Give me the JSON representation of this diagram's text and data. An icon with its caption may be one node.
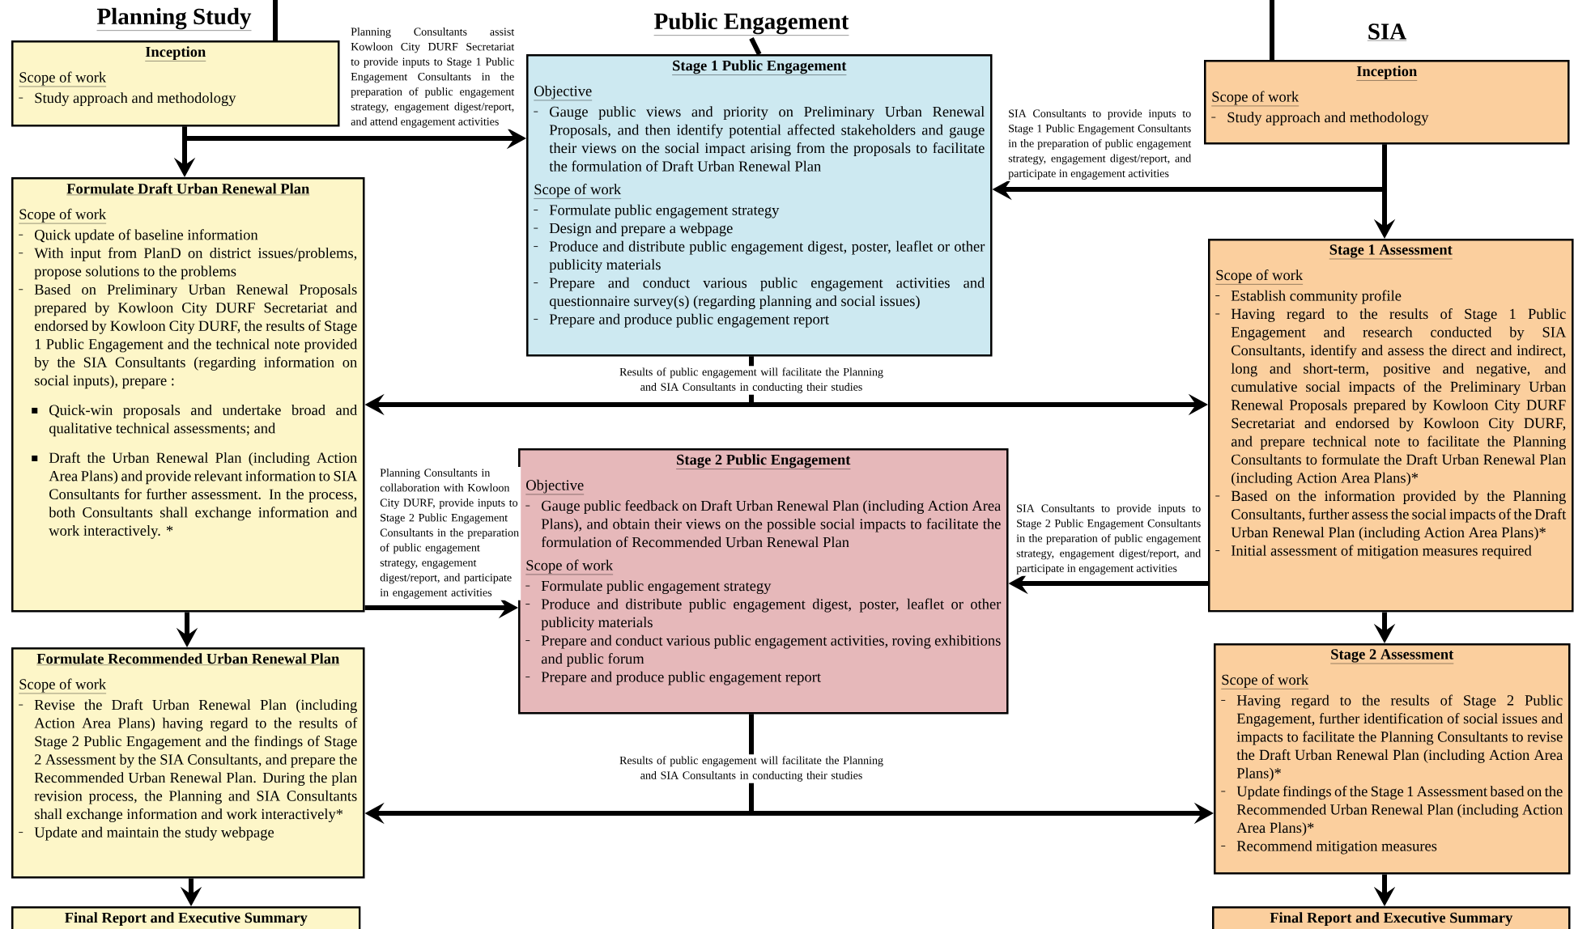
{
  "diagram": {
    "nodes": [
      {
        "text": [
          "Inception",
          "Scope of work",
          "Study approach and methodology"
        ],
        "beside": [
          "Planning Study"
        ]
      },
      {
        "text": [
          "Formulate Draft Urban Renewal Plan",
          "Scope of work",
          "Quick update of baseline information",
          "With input from PlanD on district issues/problems, propose solutions to the problems",
          "Based on Preliminary Urban Renewal Proposals prepared by Kowloon City DURF Secretariat and endorsed by Kowloon City DURF, the results of Stage 1 Public Engagement and the technical note provided by the SIA Consultants (regarding information on social inputs), prepare :",
          "Quick-win proposals and undertake broad and qualitative technical assessments; and",
          "Draft the Urban Renewal Plan (including Action Area Plans) and provide relevant information to SIA Consultants for further assessment. In the process, both Consultants shall exchange information and work interactively. *"
        ]
      },
      {
        "text": [
          "Formulate Recommended Urban Renewal Plan",
          "Scope of work",
          "Revise the Draft Urban Renewal Plan (including Action Area Plans) having regard to the results of Stage 2 Public Engagement and the findings of Stage 2 Assessment by the SIA Consultants, and prepare the Recommended Urban Renewal Plan. During the plan revision process, the Planning and SIA Consultants shall exchange information and work interactively*",
          "Update and maintain the study webpage"
        ]
      },
      {
        "text": [
          "Final Report and Executive Summary"
        ]
      },
      {
        "text": [
          "Stage 1 Public Engagement",
          "Objective",
          "Gauge public views and priority on Preliminary Urban Renewal Proposals, and then identify potential affected stakeholders and gauge their views on the social impact arising from the proposals to facilitate the formulation of Draft Urban Renewal Plan",
          "Scope of work",
          "Formulate public engagement strategy",
          "Design and prepare a webpage",
          "Produce and distribute public engagement digest, poster, leaflet or other publicity materials",
          "Prepare and conduct various public engagement activities and questionnaire survey(s) (regarding planning and social issues)",
          "Prepare and produce public engagement report"
        ]
      },
      {
        "text": [
          "Stage 2 Public Engagement",
          "Objective",
          "Gauge public feedback on Draft Urban Renewal Plan (including Action Area Plans), and obtain their views on the possible social impacts to facilitate the formulation of Recommended Urban Renewal Plan",
          "Scope of work",
          "Formulate public engagement strategy",
          "Produce and distribute public engagement digest, poster, leaflet or other publicity materials",
          "Prepare and conduct various public engagement activities, roving exhibitions and public forum",
          "Prepare and produce public engagement report"
        ]
      },
      {
        "text": [
          "Inception",
          "Scope of work",
          "Study approach and methodology"
        ],
        "beside": [
          "SIA"
        ]
      },
      {
        "text": [
          "Stage 1 Assessment",
          "Scope of work",
          "Establish community profile",
          "Having regard to the results of Stage 1 Public Engagement and research conducted by SIA Consultants, identify and assess the direct and indirect, long and short-term, positive and negative, and cumulative social impacts of the Preliminary Urban Renewal Proposals prepared by Kowloon City DURF Secretariat and endorsed by Kowloon City DURF, and prepare technical note to facilitate the Planning Consultants to formulate the Draft Urban Renewal Plan (including Action Area Plans)*",
          "Based on the information provided by the Planning Consultants, further assess the social impacts of the Draft Urban Renewal Plan (including Action Area Plans)*",
          "Initial assessment of mitigation measures required"
        ]
      },
      {
        "text": [
          "Stage 2 Assessment",
          "Scope of work",
          "Having regard to the results of Stage 2 Public Engagement, further identification of social issues and impacts to facilitate the Planning Consultants to revise the Draft Urban Renewal Plan (including Action Area Plans)*",
          "Update findings of the Stage 1 Assessment based on the Recommended Urban Renewal Plan (including Action Area Plans)*",
          "Recommend mitigation measures"
        ]
      },
      {
        "text": [
          "Final Report and Executive Summary"
        ]
      },
      {
        "text": [
          "Public Engagement"
        ]
      }
    ],
    "edges": [
      {
        "from": null,
        "to": 0,
        "arrow": "none"
      },
      {
        "from": 10,
        "to": 4,
        "arrow": "none"
      },
      {
        "from": null,
        "to": 6,
        "arrow": "none"
      },
      {
        "from": 0,
        "to": 1,
        "arrow": "to"
      },
      {
        "from": 0,
        "to": 4,
        "arrow": "to",
        "label": "Planning Consultants assist Kowloon City DURF Secretariat to provide inputs to Stage 1 Public Engagement Consultants in the preparation of public engagement strategy, engagement digest/report, and attend engagement activities"
      },
      {
        "from": 6,
        "to": 7,
        "arrow": "to"
      },
      {
        "from": 6,
        "to": 4,
        "arrow": "to",
        "label": "SIA Consultants to provide inputs to Stage 1 Public Engagement Consultants in the preparation of public engagement strategy, engagement digest/report, and participate in engagement activities"
      },
      {
        "from": 4,
        "to": 1,
        "arrow": "to",
        "label": "Results of public engagement will facilitate the Planning and SIA Consultants in conducting their studies"
      },
      {
        "from": 4,
        "to": 7,
        "arrow": "to"
      },
      {
        "from": 1,
        "to": 2,
        "arrow": "to"
      },
      {
        "from": 1,
        "to": 5,
        "arrow": "to",
        "label": "Planning Consultants in collaboration with Kowloon City DURF, provide inputs to Stage 2 Public Engagement Consultants in the preparation of public engagement strategy, engagement digest/report, and participate in engagement activities"
      },
      {
        "from": 7,
        "to": 8,
        "arrow": "to"
      },
      {
        "from": 7,
        "to": 5,
        "arrow": "to",
        "label": "SIA Consultants to provide inputs to Stage 2 Public Engagement Consultants in the preparation of public engagement strategy, engagement digest/report, and participate in engagement activities"
      },
      {
        "from": 5,
        "to": 2,
        "arrow": "to",
        "label": "Results of public engagement will facilitate the Planning and SIA Consultants in conducting their studies"
      },
      {
        "from": 5,
        "to": 8,
        "arrow": "to"
      },
      {
        "from": 2,
        "to": 3,
        "arrow": "to"
      },
      {
        "from": 8,
        "to": 9,
        "arrow": "to"
      }
    ]
  }
}
